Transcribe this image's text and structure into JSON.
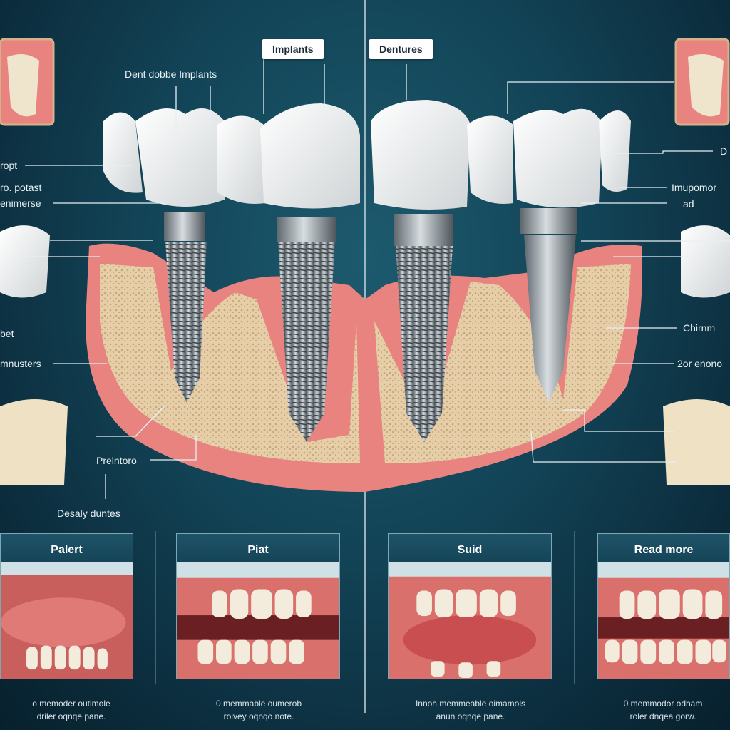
{
  "tabs": {
    "implants": "Implants",
    "dentures": "Dentures"
  },
  "top_label": "Dent dobbe Implants",
  "left_labels": [
    "ropt",
    "ro. potast",
    "enimerse",
    "bet",
    "mnusters",
    "Prelntoro",
    "Desaly duntes"
  ],
  "right_labels": [
    "D",
    "Imupomor",
    "ad",
    "Chirnm",
    "2or enono"
  ],
  "panels": [
    {
      "title": "Palert",
      "caption_1": "o memoder outimole",
      "caption_2": "driler oqnqe pane."
    },
    {
      "title": "Piat",
      "caption_1": "0 memmable oumerob",
      "caption_2": "roivey oqnqo note."
    },
    {
      "title": "Suid",
      "caption_1": "Innoh memmeable oimamols",
      "caption_2": "anun oqnqe pane."
    },
    {
      "title": "Read more",
      "caption_1": "0 memmodor odham",
      "caption_2": "roler dnqea gorw."
    }
  ],
  "colors": {
    "background": "#124356",
    "gum": "#e8837f",
    "bone": "#e6cfa8",
    "tooth": "#f4f4f2",
    "metal": "#9aa3aa"
  }
}
